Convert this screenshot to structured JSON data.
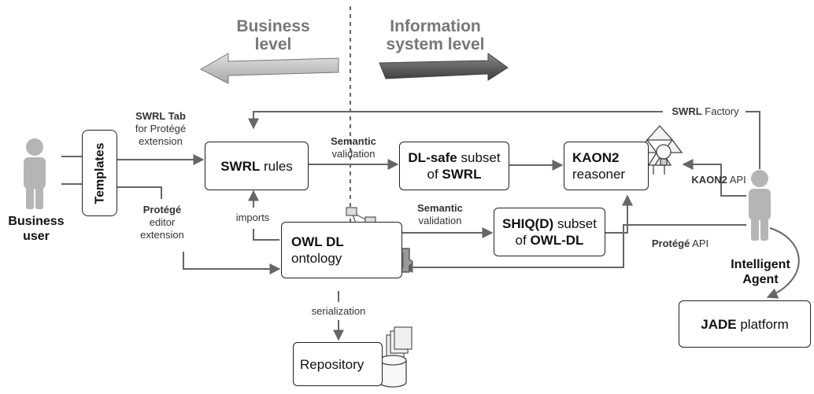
{
  "levels": {
    "business": "Business level",
    "business_l1": "Business",
    "business_l2": "level",
    "information_l1": "Information",
    "information_l2": "system level"
  },
  "actors": {
    "business_user": {
      "l1": "Business",
      "l2": "user"
    },
    "intelligent_agent": {
      "l1": "Intelligent",
      "l2": "Agent"
    }
  },
  "nodes": {
    "templates": "Templates",
    "swrl_rules": {
      "b": "SWRL",
      "t": " rules"
    },
    "dl_safe": {
      "b1": "DL-safe",
      "t1": " subset",
      "t2": "of ",
      "b2": "SWRL"
    },
    "kaon2_reasoner": {
      "b": "KAON2",
      "t": "reasoner"
    },
    "owl_dl": {
      "b": "OWL DL",
      "t": "ontology"
    },
    "shiq": {
      "b1": "SHIQ(D)",
      "t1": " subset",
      "t2": "of ",
      "b2": "OWL-DL"
    },
    "repository": "Repository",
    "jade": {
      "b": "JADE",
      "t": " platform"
    }
  },
  "edge_labels": {
    "swrl_tab": {
      "b": "SWRL Tab",
      "l2": "for Protégé",
      "l3": "extension"
    },
    "protege_editor": {
      "b": "Protégé",
      "l2": "editor",
      "l3": "extension"
    },
    "semantic_validation_1": {
      "b": "Semantic",
      "l2": "validation"
    },
    "semantic_validation_2": {
      "b": "Semantic",
      "l2": "validation"
    },
    "imports": "imports",
    "serialization": "serialization",
    "swrl_factory": {
      "b": "SWRL",
      "t": " Factory"
    },
    "kaon2_api": {
      "b": "KAON2",
      "t": " API"
    },
    "protege_api": {
      "b": "Protégé",
      "t": " API"
    }
  },
  "colors": {
    "line": "#666666",
    "box_border": "#222222",
    "person": "#b5b5b5",
    "arrow_dark": "#555555",
    "arrow_light": "#bdbdbd"
  }
}
